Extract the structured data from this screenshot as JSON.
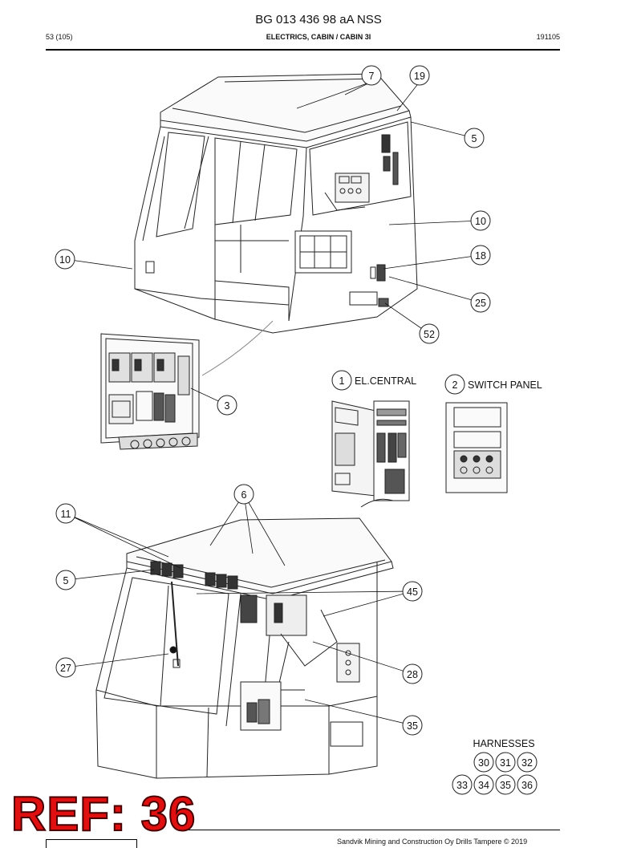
{
  "header": {
    "document_number": "BG 013 436 98 aA NSS",
    "page": "53 (105)",
    "section": "ELECTRICS, CABIN / CABIN 3I",
    "date_code": "191105"
  },
  "callouts": {
    "upper_cabin": [
      "7",
      "19",
      "5",
      "10",
      "10",
      "18",
      "25",
      "52"
    ],
    "central_box": "3",
    "el_central": {
      "number": "1",
      "label": "EL.CENTRAL"
    },
    "switch_panel": {
      "number": "2",
      "label": "SWITCH PANEL"
    },
    "lower_cabin": [
      "6",
      "11",
      "5",
      "45",
      "27",
      "28",
      "35"
    ]
  },
  "harnesses": {
    "title": "HARNESSES",
    "row1": [
      "30",
      "31",
      "32"
    ],
    "row2": [
      "33",
      "34",
      "35",
      "36"
    ]
  },
  "overlay_ref": "REF: 36",
  "footer": "Sandvik Mining and Construction Oy Drills Tampere © 2019"
}
